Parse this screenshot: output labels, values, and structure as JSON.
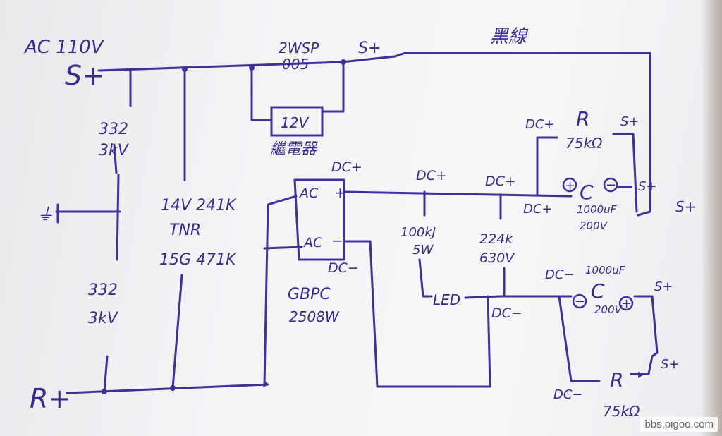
{
  "labels": {
    "ac_title": "AC 110V",
    "s_plus": "S+",
    "r_plus": "R+",
    "cap_top_value": "332",
    "cap_top_voltage": "3kV",
    "cap_bottom_value": "332",
    "cap_bottom_voltage": "3kV",
    "ground_mark": "⏚",
    "tnr_line1": "14V 241K",
    "tnr_line2": "TNR",
    "tnr_line3": "15G 471K",
    "switch_line1": "2WSP",
    "switch_line2": "005",
    "s_plus_switch": "S+",
    "relay_box": "12V",
    "relay_name": "繼電器",
    "black_wire": "黑線",
    "bridge_ac1": "AC",
    "bridge_ac2": "AC",
    "bridge_plus": "+",
    "bridge_minus": "−",
    "dc_plus_bridge": "DC+",
    "dc_minus_bridge": "DC−",
    "bridge_name1": "GBPC",
    "bridge_name2": "2508W",
    "dc_plus_mid": "DC+",
    "dc_plus_mid2": "DC+",
    "res_value": "100kJ",
    "res_watt": "5W",
    "led": "LED",
    "film_value": "224k",
    "film_volt": "630V",
    "dc_minus_led": "DC−",
    "dc_plus_topR": "DC+",
    "r_top": "R",
    "r_top_value": "75kΩ",
    "s_plus_topR": "S+",
    "c_top": "C",
    "c_top_plus": "+",
    "c_top_minus": "−",
    "s_plus_capR": "S+",
    "s_plus_far": "S+",
    "dc_plus_capL": "DC+",
    "c_top_spec1": "1000uF",
    "c_top_spec2": "200V",
    "dc_minus_capB": "DC−",
    "c_bot_spec1": "1000uF",
    "c_bot": "C",
    "c_bot_spec2": "200V",
    "c_bot_minus": "−",
    "c_bot_plus": "+",
    "s_plus_capB": "S+",
    "r_bot": "R",
    "r_bot_value": "75kΩ",
    "s_plus_rB": "S+",
    "dc_minus_rB": "DC−"
  },
  "watermark": "bbs.pigoo.com"
}
